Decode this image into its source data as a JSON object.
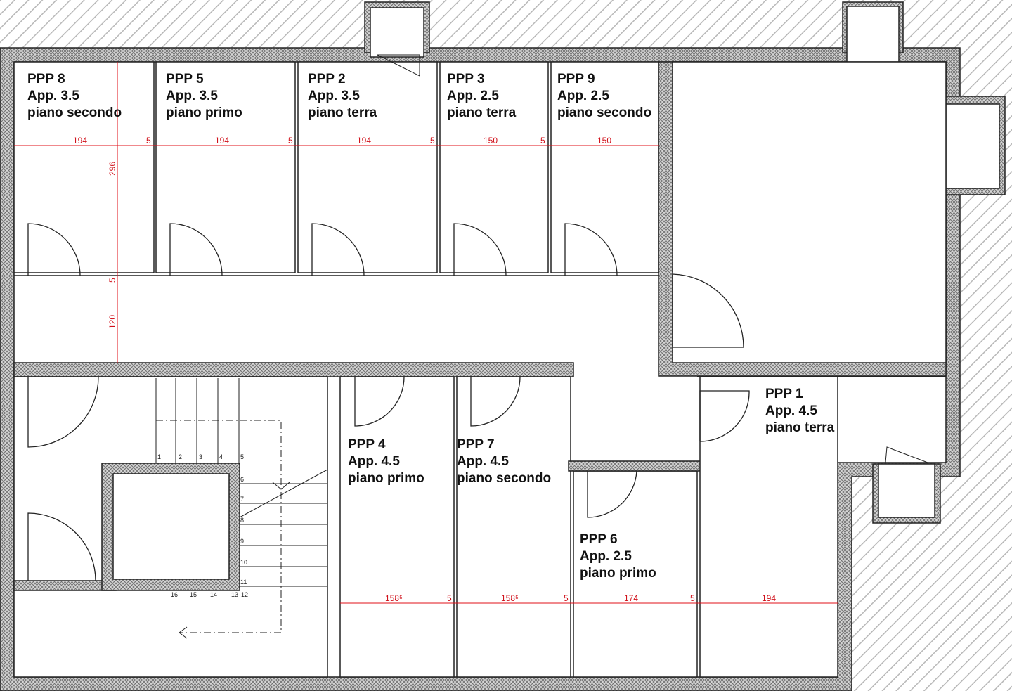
{
  "rooms": {
    "ppp8": {
      "name": "PPP 8",
      "type": "App. 3.5",
      "floor": "piano secondo"
    },
    "ppp5": {
      "name": "PPP 5",
      "type": "App. 3.5",
      "floor": "piano primo"
    },
    "ppp2": {
      "name": "PPP 2",
      "type": "App. 3.5",
      "floor": "piano terra"
    },
    "ppp3": {
      "name": "PPP 3",
      "type": "App. 2.5",
      "floor": "piano terra"
    },
    "ppp9": {
      "name": "PPP 9",
      "type": "App. 2.5",
      "floor": "piano secondo"
    },
    "ppp1": {
      "name": "PPP 1",
      "type": "App. 4.5",
      "floor": "piano terra"
    },
    "ppp4": {
      "name": "PPP 4",
      "type": "App. 4.5",
      "floor": "piano primo"
    },
    "ppp7": {
      "name": "PPP 7",
      "type": "App. 4.5",
      "floor": "piano secondo"
    },
    "ppp6": {
      "name": "PPP 6",
      "type": "App. 2.5",
      "floor": "piano primo"
    }
  },
  "dimensions": {
    "top_row": [
      "194",
      "5",
      "194",
      "5",
      "194",
      "5",
      "150",
      "5",
      "150"
    ],
    "vertical": [
      "296",
      "5",
      "120"
    ],
    "bottom_row": [
      "158⁵",
      "5",
      "158⁵",
      "5",
      "174",
      "5",
      "194"
    ]
  },
  "stair_steps": [
    "1",
    "2",
    "3",
    "4",
    "5",
    "6",
    "7",
    "8",
    "9",
    "10",
    "11",
    "12",
    "13",
    "14",
    "15",
    "16"
  ],
  "colors": {
    "wall_line": "#222222",
    "wall_fill": "#9a9a9a",
    "dimension_line": "#e0101a",
    "dimension_text": "#d0101a",
    "hatch": "#b8b8b8"
  }
}
